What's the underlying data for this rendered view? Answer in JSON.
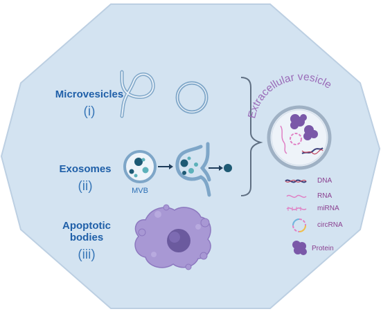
{
  "categories": [
    {
      "name": "Microvesicles",
      "numeral": "(i)"
    },
    {
      "name": "Exosomes",
      "numeral": "(ii)"
    },
    {
      "name_line1": "Apoptotic",
      "name_line2": "bodies",
      "numeral": "(iii)"
    }
  ],
  "mvb_label": "MVB",
  "ev_title": "Extracellular vesicle",
  "legend": [
    {
      "label": "DNA",
      "icon": "dna-helix-icon"
    },
    {
      "label": "RNA",
      "icon": "rna-strand-icon"
    },
    {
      "label": "miRNA",
      "icon": "mirna-strand-icon"
    },
    {
      "label": "circRNA",
      "icon": "circrna-ring-icon"
    },
    {
      "label": "Protein",
      "icon": "protein-blob-icon"
    }
  ],
  "colors": {
    "background": "#d3e3f1",
    "outline": "#b8cde2",
    "membrane": "#7ea6c8",
    "label_blue": "#1f5fa8",
    "purple": "#7a58a8",
    "legend_text": "#8a3f8f"
  }
}
